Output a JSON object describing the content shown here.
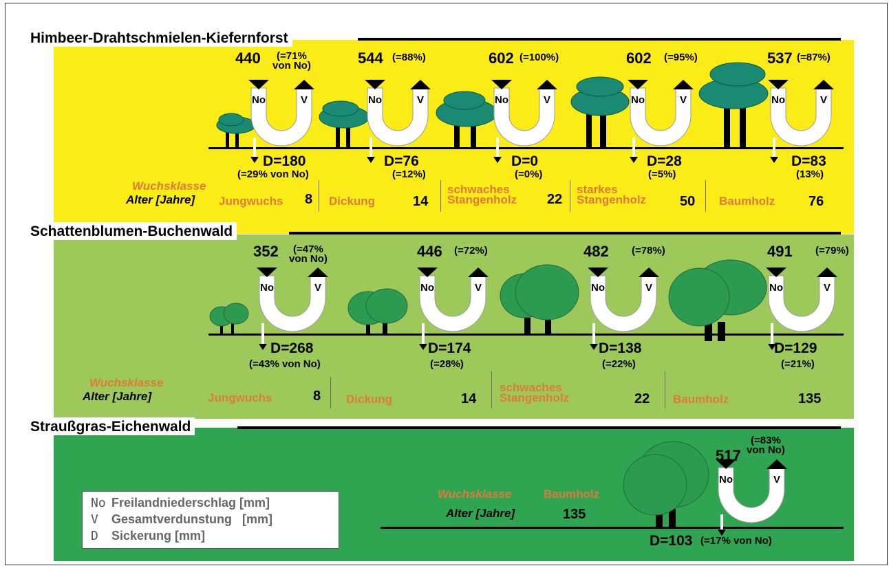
{
  "colors": {
    "band1": "#fbec18",
    "band2": "#9dc95b",
    "band3": "#2fa451",
    "class_text": "#e07a3a"
  },
  "bands": [
    {
      "title": "Himbeer-Drahtschmielen-Kiefernforst",
      "wuchsklasse_label": "Wuchsklasse",
      "alter_label": "Alter [Jahre]",
      "stages": [
        {
          "n": "440",
          "p": "(=71%\nvon No)",
          "d": "D=180",
          "dp": "(=29% von No)",
          "cls": "Jungwuchs",
          "age": "8"
        },
        {
          "n": "544",
          "p": "(=88%)",
          "d": "D=76",
          "dp": "(=12%)",
          "cls": "Dickung",
          "age": "14"
        },
        {
          "n": "602",
          "p": "(=100%)",
          "d": "D=0",
          "dp": "(=0%)",
          "cls": "schwaches\nStangenholz",
          "age": "22"
        },
        {
          "n": "602",
          "p": "(=95%)",
          "d": "D=28",
          "dp": "(=5%)",
          "cls": "starkes\nStangenholz",
          "age": "50"
        },
        {
          "n": "537",
          "p": "(=87%)",
          "d": "D=83",
          "dp": "(13%)",
          "cls": "Baumholz",
          "age": "76"
        }
      ]
    },
    {
      "title": "Schattenblumen-Buchenwald",
      "wuchsklasse_label": "Wuchsklasse",
      "alter_label": "Alter [Jahre]",
      "stages": [
        {
          "n": "352",
          "p": "(=47%\nvon No)",
          "d": "D=268",
          "dp": "(=43% von No)",
          "cls": "Jungwuchs",
          "age": "8"
        },
        {
          "n": "446",
          "p": "(=72%)",
          "d": "D=174",
          "dp": "(=28%)",
          "cls": "Dickung",
          "age": "14"
        },
        {
          "n": "482",
          "p": "(=78%)",
          "d": "D=138",
          "dp": "(=22%)",
          "cls": "schwaches\nStangenholz",
          "age": "22"
        },
        {
          "n": "491",
          "p": "(=79%)",
          "d": "D=129",
          "dp": "(=21%)",
          "cls": "Baumholz",
          "age": "135"
        }
      ]
    },
    {
      "title": "Straußgras-Eichenwald",
      "wuchsklasse_label": "Wuchsklasse",
      "alter_label": "Alter [Jahre]",
      "stages": [
        {
          "n": "517",
          "p": "(=83%\nvon No)",
          "d": "D=103",
          "dp": "(=17% von No)",
          "cls": "Baumholz",
          "age": "135"
        }
      ]
    }
  ],
  "arrow_labels": {
    "no": "No",
    "v": "V"
  },
  "legend": [
    {
      "abbr": "No",
      "text": "Freilandniederschlag [mm]"
    },
    {
      "abbr": "V",
      "text": "Gesamtverdunstung   [mm]"
    },
    {
      "abbr": "D",
      "text": "Sickerung [mm]"
    }
  ]
}
